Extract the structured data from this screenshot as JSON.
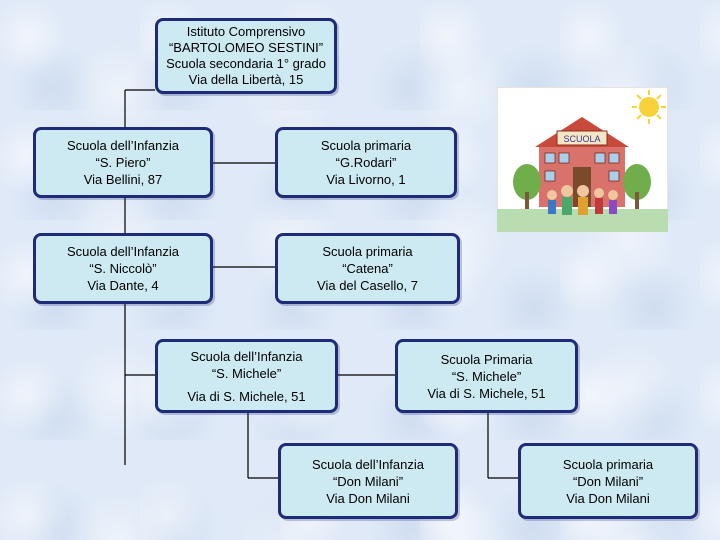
{
  "nodes": {
    "root": {
      "lines": [
        "Istituto Comprensivo",
        "“BARTOLOMEO SESTINI”",
        "Scuola secondaria 1° grado",
        "Via della Libertà, 15"
      ]
    },
    "infanzia_piero": {
      "lines": [
        "Scuola dell’Infanzia",
        "“S. Piero”",
        "Via Bellini, 87"
      ]
    },
    "primaria_rodari": {
      "lines": [
        "Scuola primaria",
        "“G.Rodari”",
        "Via Livorno, 1"
      ]
    },
    "infanzia_niccolo": {
      "lines": [
        "Scuola dell’Infanzia",
        "“S. Niccolò”",
        "Via Dante, 4"
      ]
    },
    "primaria_catena": {
      "lines": [
        "Scuola primaria",
        "“Catena”",
        "Via del Casello, 7"
      ]
    },
    "infanzia_michele": {
      "lines": [
        "Scuola dell’Infanzia",
        "“S. Michele”",
        "Via di S. Michele, 51"
      ]
    },
    "primaria_michele": {
      "lines": [
        "Scuola Primaria",
        "“S. Michele”",
        "Via di S. Michele, 51"
      ]
    },
    "infanzia_milani": {
      "lines": [
        "Scuola dell’Infanzia",
        "“Don Milani”",
        "Via Don Milani"
      ]
    },
    "primaria_milani": {
      "lines": [
        "Scuola primaria",
        "“Don Milani”",
        "Via Don Milani"
      ]
    }
  },
  "illustration": {
    "sign_text": "SCUOLA",
    "icon": "school-building-illustration"
  },
  "colors": {
    "box_fill": "#cdeaf2",
    "box_border": "#1e2b78",
    "connector": "#000000",
    "background": "#dfe9f7"
  }
}
